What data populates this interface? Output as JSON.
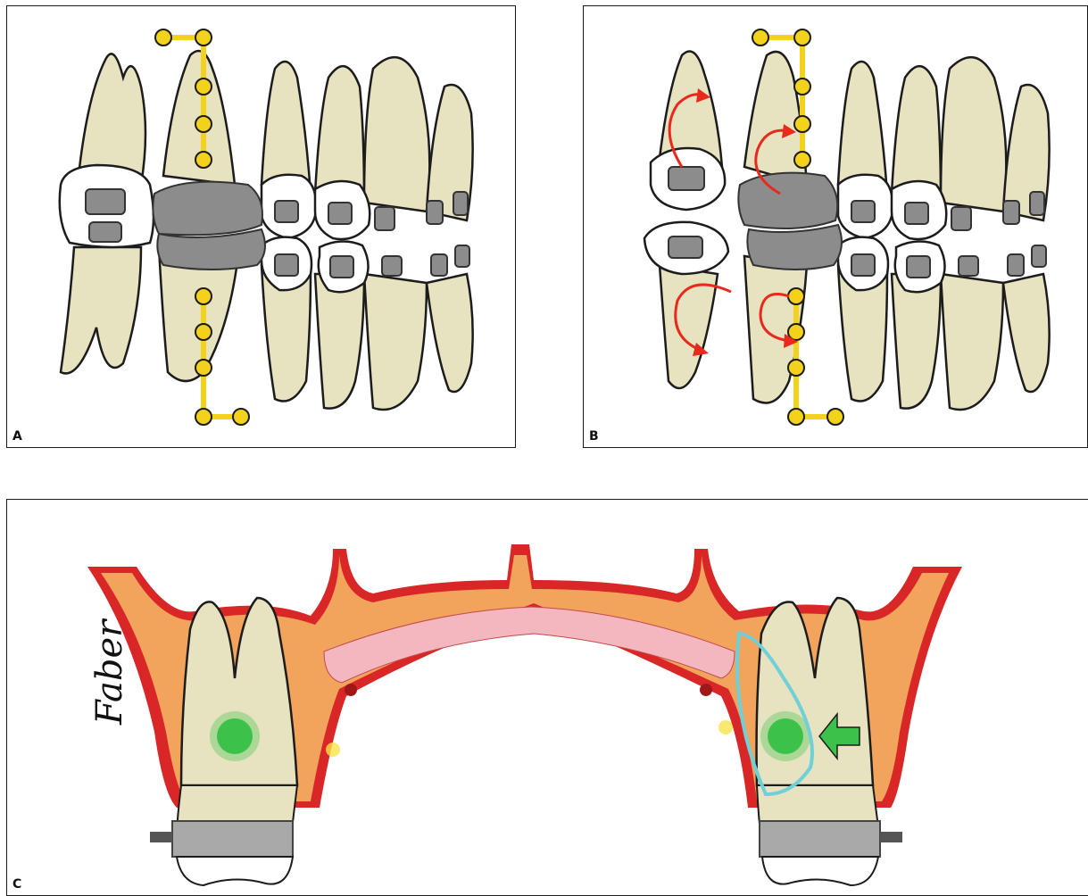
{
  "panels": {
    "a": {
      "label": "A"
    },
    "b": {
      "label": "B"
    },
    "c": {
      "label": "C",
      "signature": "Faber"
    }
  },
  "colors": {
    "tooth": "#e7e2c0",
    "outline": "#1c1c1c",
    "plate": "#f2d21a",
    "bracket": "#8c8c8c",
    "arrow_red": "#e8291c",
    "bone_orange": "#f2a35c",
    "gum_red": "#d92626",
    "marrow_pink": "#f5b7bf",
    "green_marker": "#3cc24a",
    "cyan_outline": "#6fd0d8"
  }
}
